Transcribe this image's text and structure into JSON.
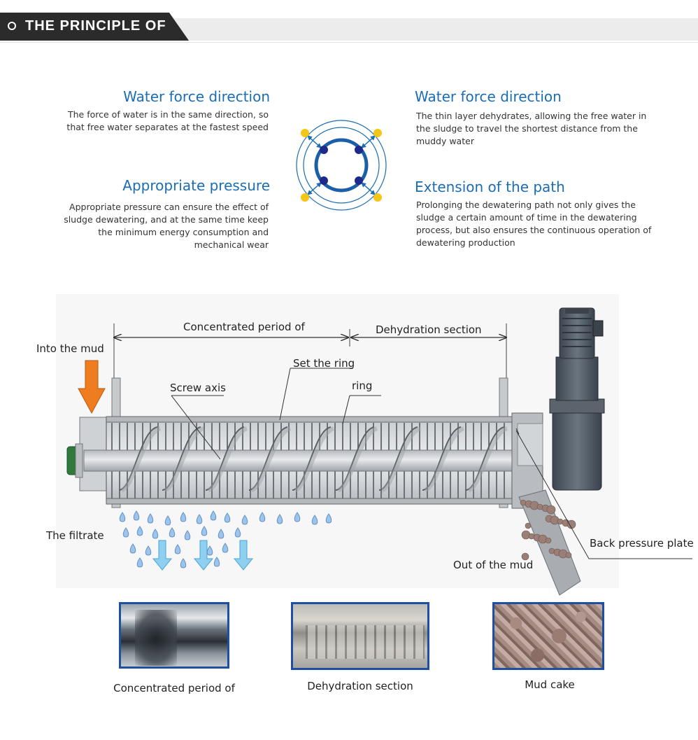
{
  "banner": {
    "title": "THE PRINCIPLE OF"
  },
  "principles": {
    "top_left": {
      "heading": "Water force direction",
      "body": "The force of water is in the same direction, so that free water separates at the fastest speed"
    },
    "bottom_left": {
      "heading": "Appropriate pressure",
      "body": "Appropriate pressure can ensure the effect of sludge dewatering, and at the same time keep the minimum energy consumption and mechanical wear"
    },
    "top_right": {
      "heading": "Water force direction",
      "body": "The thin layer dehydrates, allowing the free water in the sludge to travel the shortest distance from the muddy water"
    },
    "bottom_right": {
      "heading": "Extension of the path",
      "body": "Prolonging the dewatering path not only gives the sludge a certain amount of time in the dewatering process, but also ensures the continuous operation of dewatering production"
    }
  },
  "machine": {
    "labels": {
      "concentrated": "Concentrated period of",
      "dehydration": "Dehydration section",
      "into_mud": "Into the mud",
      "set_ring": "Set the ring",
      "ring": "ring",
      "screw_axis": "Screw axis",
      "filtrate": "The filtrate",
      "back_pressure": "Back pressure plate",
      "out_mud": "Out of the mud"
    }
  },
  "photos": [
    {
      "caption": "Concentrated period of"
    },
    {
      "caption": "Dehydration section"
    },
    {
      "caption": "Mud cake"
    }
  ],
  "colors": {
    "heading_blue": "#1a6db4",
    "inlet_arrow": "#f07c20",
    "filtrate_arrow": "#8fd0f0",
    "photo_border": "#1e4fa0",
    "node_yellow": "#f5c518",
    "node_navy": "#1e2a8a"
  }
}
